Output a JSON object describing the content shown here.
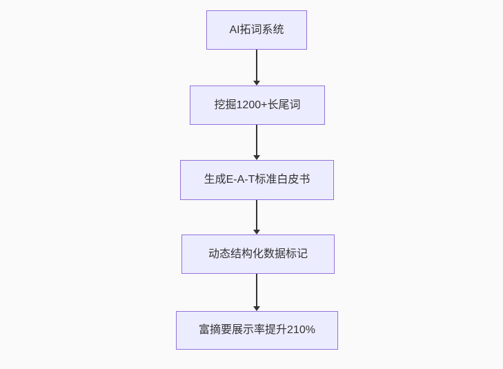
{
  "flowchart": {
    "direction": "top-down",
    "nodes": [
      {
        "label": "AI拓词系统"
      },
      {
        "label": "挖掘1200+长尾词"
      },
      {
        "label": "生成E-A-T标准白皮书"
      },
      {
        "label": "动态结构化数据标记"
      },
      {
        "label": "富摘要展示率提升210%"
      }
    ],
    "edges": [
      {
        "from": 0,
        "to": 1
      },
      {
        "from": 1,
        "to": 2
      },
      {
        "from": 2,
        "to": 3
      },
      {
        "from": 3,
        "to": 4
      }
    ],
    "colors": {
      "background": "#FAFAFA",
      "node_fill": "#ECECFF",
      "node_border": "#9370DB",
      "node_text": "#333333",
      "arrow": "#333333"
    }
  }
}
